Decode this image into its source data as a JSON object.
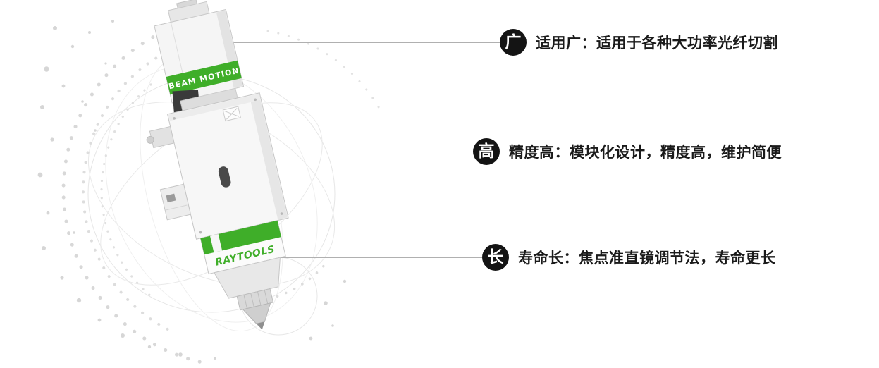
{
  "page": {
    "background": "#ffffff"
  },
  "product": {
    "band_label": "BEAM MOTION",
    "brand_label": "RAYTOOLS"
  },
  "features": [
    {
      "badge": "广",
      "text": "适用广：适用于各种大功率光纤切割"
    },
    {
      "badge": "高",
      "text": "精度高：模块化设计，精度高，维护简便"
    },
    {
      "badge": "长",
      "text": "寿命长：焦点准直镜调节法，寿命更长"
    }
  ],
  "colors": {
    "accent_green": "#3fae29",
    "badge_background": "#141414",
    "feature_text": "#1a1a1a",
    "leader_line": "#b0b0b0"
  }
}
